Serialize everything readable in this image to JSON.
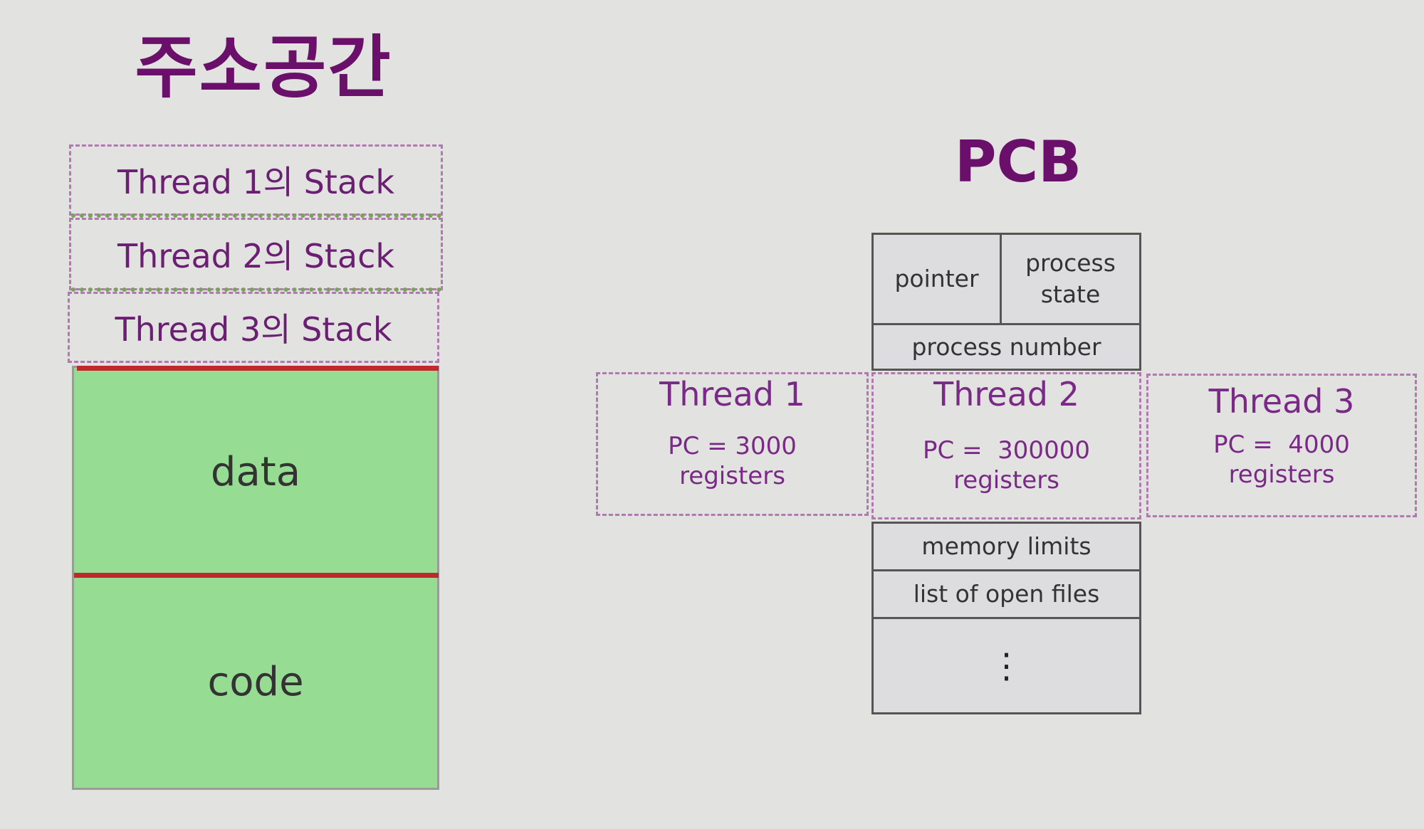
{
  "address_space": {
    "title": "주소공간",
    "stacks": [
      {
        "label": "Thread 1의 Stack"
      },
      {
        "label": "Thread 2의 Stack"
      },
      {
        "label": "Thread 3의 Stack"
      }
    ],
    "data_label": "data",
    "code_label": "code"
  },
  "pcb": {
    "title": "PCB",
    "pointer": "pointer",
    "process_state": "process\nstate",
    "process_number": "process number",
    "memory_limits": "memory limits",
    "open_files": "list of open files",
    "ellipsis": "⋮",
    "threads": [
      {
        "name": "Thread 1",
        "pc": "PC = 3000",
        "registers": "registers"
      },
      {
        "name": "Thread 2",
        "pc": "PC =  300000",
        "registers": "registers"
      },
      {
        "name": "Thread 3",
        "pc": "PC =  4000",
        "registers": "registers"
      }
    ]
  },
  "colors": {
    "title": "#6a0f6a",
    "segment_fill": "#96dc93",
    "boundary_line": "#c0282d",
    "thread_border": "#b07ab0",
    "pcb_fill": "#dddde0"
  }
}
